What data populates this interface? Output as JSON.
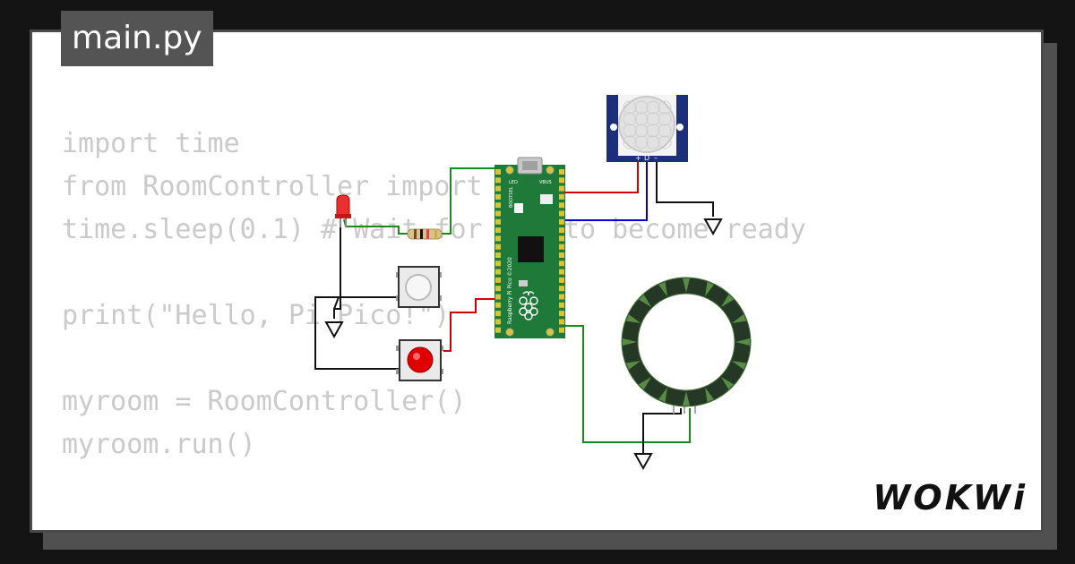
{
  "file_tab": {
    "label": "main.py"
  },
  "code": {
    "lines": [
      "import time",
      "from RoomController import *",
      "time.sleep(0.1) # Wait for USB to become ready",
      "",
      "print(\"Hello, Pi Pico!\")",
      "",
      "myroom = RoomController()",
      "myroom.run()"
    ]
  },
  "brand": {
    "logo_text": "WOKWi"
  },
  "board": {
    "label": "Raspberry Pi Pico ©2020",
    "pin_labels": [
      "LED",
      "VBUS",
      "BOOTSEL"
    ]
  },
  "pir_sensor": {
    "pin_labels": [
      "+",
      "D",
      "–"
    ]
  },
  "colors": {
    "frame_bg": "#141414",
    "card_bg": "#ffffff",
    "tab_bg": "#545454",
    "code_text": "#cacaca",
    "board_green": "#1f7a3a",
    "wire_green": "#1a8a1a",
    "wire_red": "#d40000",
    "wire_blue": "#0000cc",
    "pir_blue": "#1e2f7a",
    "ring_dark": "#253826"
  },
  "icons": {
    "led": "red-led-icon",
    "resistor": "resistor-icon",
    "white_button": "white-pushbutton-icon",
    "red_button": "red-pushbutton-icon",
    "ground": "ground-symbol-icon",
    "neopixel": "neopixel-ring-icon",
    "pir": "pir-motion-sensor-icon",
    "raspberry": "raspberry-logo-icon"
  }
}
